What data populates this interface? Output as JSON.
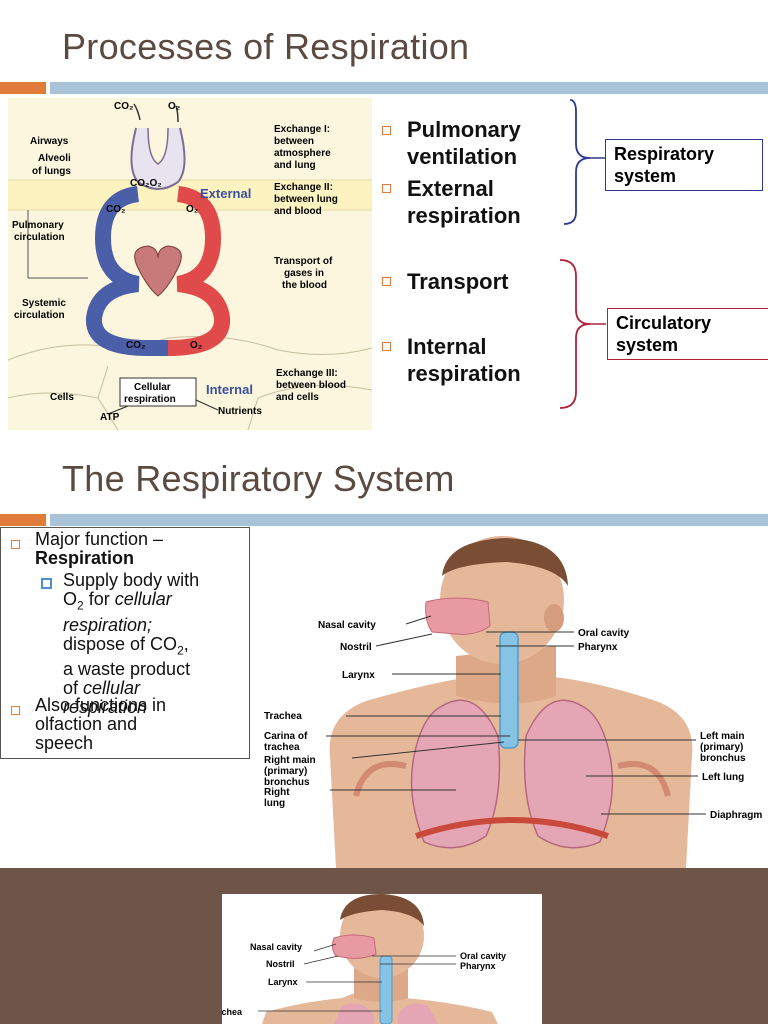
{
  "slide1": {
    "title": "Processes of Respiration",
    "diagram": {
      "co2_top": "CO₂",
      "o2_top": "O₂",
      "airways": "Airways",
      "alveoli": "Alveoli",
      "of_lungs": "of lungs",
      "co2o2": "CO₂O₂",
      "exchange1_a": "Exchange I:",
      "exchange1_b": "between",
      "exchange1_c": "atmosphere",
      "exchange1_d": "and lung",
      "external": "External",
      "exchange2_a": "Exchange II:",
      "exchange2_b": "between lung",
      "exchange2_c": "and blood",
      "co2_mid": "CO₂",
      "o2_mid": "O₂",
      "pulmonary_a": "Pulmonary",
      "pulmonary_b": "circulation",
      "transport_a": "Transport of",
      "transport_b": "gases in",
      "transport_c": "the blood",
      "systemic_a": "Systemic",
      "systemic_b": "circulation",
      "co2_low": "CO₂",
      "o2_low": "O₂",
      "cellular_a": "Cellular",
      "cellular_b": "respiration",
      "internal": "Internal",
      "exchange3_a": "Exchange III:",
      "exchange3_b": "between blood",
      "exchange3_c": "and cells",
      "cells": "Cells",
      "atp": "ATP",
      "nutrients": "Nutrients"
    },
    "bullets": [
      {
        "line1": "Pulmonary",
        "line2": "ventilation"
      },
      {
        "line1": "External",
        "line2": "respiration"
      },
      {
        "line1": "Transport",
        "line2": ""
      },
      {
        "line1": "Internal",
        "line2": "respiration"
      }
    ],
    "respiratory_box": {
      "line1": "Respiratory",
      "line2": "system",
      "color": "#2b3a8f"
    },
    "circulatory_box": {
      "line1": "Circulatory",
      "line2": "system",
      "color": "#b0223a"
    }
  },
  "slide2": {
    "title": "The Respiratory System",
    "major_a": "Major function –",
    "major_b": "Respiration",
    "sub_a": "Supply body with",
    "sub_b_pre": "O",
    "sub_b_sub": "2",
    "sub_b_post": " for ",
    "sub_b_italic": "cellular",
    "sub_c": "respiration;",
    "sub_d_pre": "dispose of CO",
    "sub_d_sub": "2",
    "sub_d_post": ",",
    "sub_e": "a waste product",
    "sub_f_pre": "of ",
    "sub_f_italic": "cellular",
    "sub_g": "respiration",
    "also_a": "Also functions in",
    "also_b": "olfaction and",
    "also_c": "speech",
    "labels": {
      "nasal_cavity": "Nasal cavity",
      "nostril": "Nostril",
      "larynx": "Larynx",
      "trachea": "Trachea",
      "carina_a": "Carina of",
      "carina_b": "trachea",
      "right_main_a": "Right main",
      "right_main_b": "(primary)",
      "right_main_c": "bronchus",
      "right_lung_a": "Right",
      "right_lung_b": "lung",
      "oral_cavity": "Oral cavity",
      "pharynx": "Pharynx",
      "left_main_a": "Left main",
      "left_main_b": "(primary)",
      "left_main_c": "bronchus",
      "left_lung": "Left lung",
      "diaphragm": "Diaphragm"
    }
  },
  "slide3": {
    "labels": {
      "nasal_cavity": "Nasal cavity",
      "nostril": "Nostril",
      "larynx": "Larynx",
      "trachea": "Trachea",
      "oral_cavity": "Oral cavity",
      "pharynx": "Pharynx"
    }
  }
}
